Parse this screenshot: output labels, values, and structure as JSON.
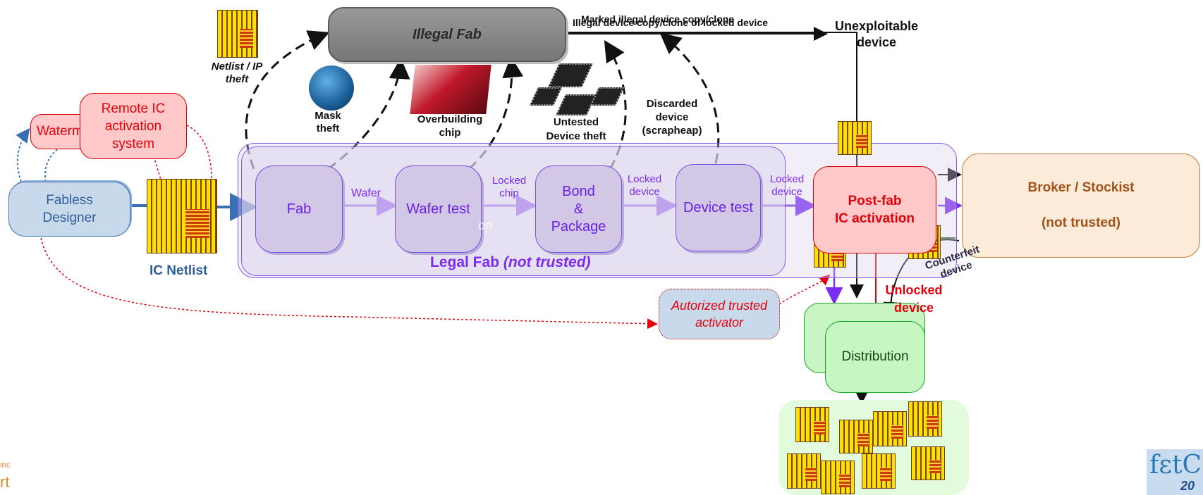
{
  "colors": {
    "legal_purple": "#7a2df0",
    "illegal_gray": "#8c8c8c",
    "trusted_red": "#e3000b",
    "broker_orange": "#a0521b",
    "designer_blue": "#2e5f9a",
    "distribution_green": "#15a32a"
  },
  "illegal_fab": {
    "title": "Illegal Fab"
  },
  "unexploitable": {
    "line1": "Unexploitable",
    "line2": "device"
  },
  "top_labels": {
    "marked_copy": "Marked illegal device copy/clone",
    "illegal_copy": "Illegal device copy/clone of locked device"
  },
  "theft": {
    "netlist_ip": {
      "line1": "Netlist / IP",
      "line2": "theft"
    },
    "mask": {
      "line1": "Mask",
      "line2": "theft"
    },
    "overbuilding": {
      "line1": "Overbuilding",
      "line2": "chip"
    },
    "untested": {
      "line1": "Untested",
      "line2": "Device theft"
    },
    "discarded": {
      "line1": "Discarded",
      "line2": "device",
      "line3": "(scrapheap)"
    }
  },
  "watermark_box": {
    "label": "Waterm"
  },
  "remote_activation": {
    "line1": "Remote IC",
    "line2": "activation",
    "line3": "system"
  },
  "fabless_designer": {
    "line1": "Fabless",
    "line2": "Designer"
  },
  "ic_netlist": {
    "label": "IC Netlist"
  },
  "legal_fab": {
    "title": "Legal Fab",
    "qualifier": "(not trusted)",
    "steps": {
      "fab": "Fab",
      "wafer_test": "Wafer test",
      "bond_line1": "Bond",
      "bond_line2": "&",
      "bond_line3": "Package",
      "device_test": "Device test"
    },
    "arrows": {
      "wafer": "Wafer",
      "locked_chip_l1": "Locked",
      "locked_chip_l2": "chip",
      "locked_device_l1": "Locked",
      "locked_device_l2": "device",
      "locked_device2_l1": "Locked",
      "locked_device2_l2": "device"
    },
    "ghost_text": "on"
  },
  "postfab": {
    "line1": "Post-fab",
    "line2": "IC activation"
  },
  "broker": {
    "line1": "Broker / Stockist",
    "line2": "(not trusted)"
  },
  "authorized_activator": {
    "line1": "Autorized trusted",
    "line2": "activator"
  },
  "counterfeit": {
    "line1": "Counterfeit",
    "line2": "device"
  },
  "unlocked": {
    "line1": "Unlocked",
    "line2": "device"
  },
  "distribution": {
    "label": "Distribution"
  },
  "footer_left": {
    "small": "IRE",
    "big": "rt"
  },
  "footer_logo": {
    "text": "fεtC",
    "year": "20"
  }
}
